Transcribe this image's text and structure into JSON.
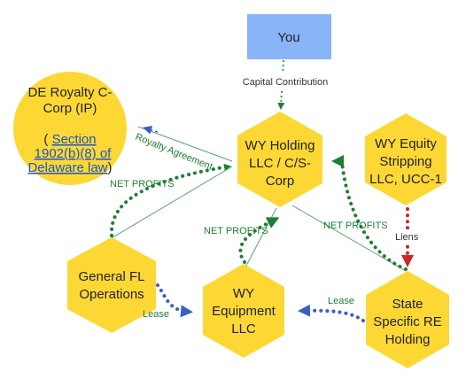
{
  "colors": {
    "hex_fill": "#fdd835",
    "you_fill": "#8ab4f8",
    "green": "#1e7e34",
    "blue": "#3b5fc0",
    "red": "#c62828",
    "thin_line": "#5aa469",
    "link": "#1a56c8"
  },
  "nodes": {
    "you": {
      "label": "You"
    },
    "de_royalty": {
      "line1": "DE Royalty C-",
      "line2": "Corp (IP)",
      "paren_open": "( ",
      "link_line1": "Section",
      "link_line2": "1902(b)(8) of",
      "link_line3": "Delaware law",
      "paren_close": ")"
    },
    "wy_holding": {
      "line1": "WY Holding",
      "line2": "LLC / C/S-",
      "line3": "Corp"
    },
    "wy_equity": {
      "line1": "WY Equity",
      "line2": "Stripping",
      "line3": "LLC, UCC-1"
    },
    "general_fl": {
      "line1": "General FL",
      "line2": "Operations"
    },
    "wy_equipment": {
      "line1": "WY",
      "line2": "Equipment",
      "line3": "LLC"
    },
    "state_re": {
      "line1": "State",
      "line2": "Specific RE",
      "line3": "Holding"
    }
  },
  "edges": {
    "capital": "Capital Contribution",
    "royalty": "Royalty Agreement",
    "net_profits_fl": "NET PROFITS",
    "net_profits_equip": "NET PROFITS",
    "net_profits_re": "NET PROFITS",
    "liens": "Liens",
    "lease_fl": "Lease",
    "lease_re": "Lease"
  }
}
